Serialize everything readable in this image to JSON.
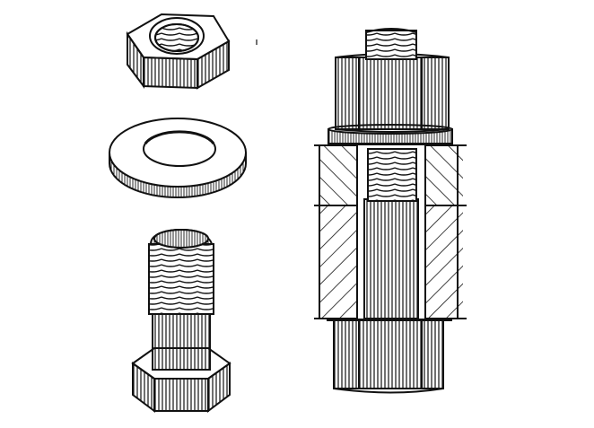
{
  "illustration": {
    "parts": [
      "hex-nut",
      "flat-washer",
      "hex-bolt",
      "bolted-joint-section"
    ],
    "ink_color": "#111111",
    "paper_color": "#ffffff"
  }
}
